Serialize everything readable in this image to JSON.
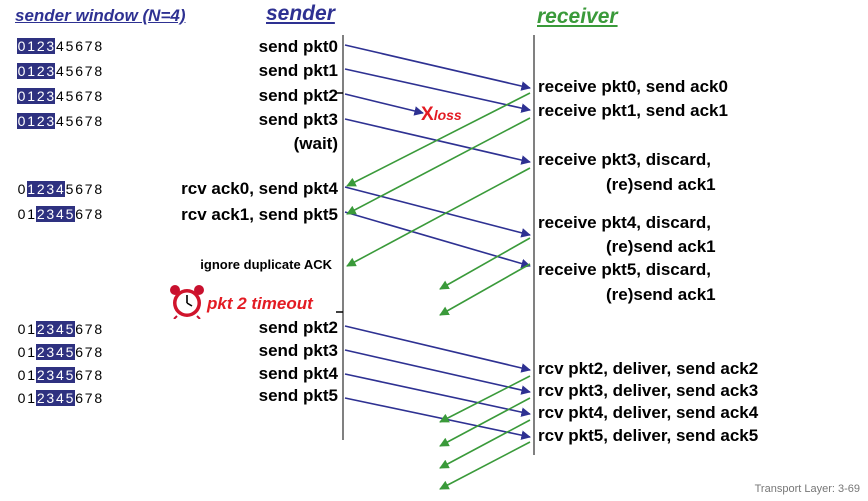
{
  "titles": {
    "sender_window": "sender window (N=4)",
    "sender": "sender",
    "receiver": "receiver"
  },
  "colors": {
    "data_arrow": "#2e3192",
    "ack_arrow": "#3a9a3a",
    "loss": "#e31b23",
    "window_highlight": "#2e3180"
  },
  "windows": [
    {
      "digits": [
        "0",
        "1",
        "2",
        "3",
        "4",
        "5",
        "6",
        "7",
        "8"
      ],
      "hl_start": 0,
      "hl_end": 3
    },
    {
      "digits": [
        "0",
        "1",
        "2",
        "3",
        "4",
        "5",
        "6",
        "7",
        "8"
      ],
      "hl_start": 0,
      "hl_end": 3
    },
    {
      "digits": [
        "0",
        "1",
        "2",
        "3",
        "4",
        "5",
        "6",
        "7",
        "8"
      ],
      "hl_start": 0,
      "hl_end": 3
    },
    {
      "digits": [
        "0",
        "1",
        "2",
        "3",
        "4",
        "5",
        "6",
        "7",
        "8"
      ],
      "hl_start": 0,
      "hl_end": 3
    },
    {
      "digits": [
        "0",
        "1",
        "2",
        "3",
        "4",
        "5",
        "6",
        "7",
        "8"
      ],
      "hl_start": 1,
      "hl_end": 4
    },
    {
      "digits": [
        "0",
        "1",
        "2",
        "3",
        "4",
        "5",
        "6",
        "7",
        "8"
      ],
      "hl_start": 2,
      "hl_end": 5
    },
    {
      "digits": [
        "0",
        "1",
        "2",
        "3",
        "4",
        "5",
        "6",
        "7",
        "8"
      ],
      "hl_start": 2,
      "hl_end": 5
    },
    {
      "digits": [
        "0",
        "1",
        "2",
        "3",
        "4",
        "5",
        "6",
        "7",
        "8"
      ],
      "hl_start": 2,
      "hl_end": 5
    },
    {
      "digits": [
        "0",
        "1",
        "2",
        "3",
        "4",
        "5",
        "6",
        "7",
        "8"
      ],
      "hl_start": 2,
      "hl_end": 5
    },
    {
      "digits": [
        "0",
        "1",
        "2",
        "3",
        "4",
        "5",
        "6",
        "7",
        "8"
      ],
      "hl_start": 2,
      "hl_end": 5
    }
  ],
  "sender_events": [
    "send  pkt0",
    "send  pkt1",
    "send  pkt2",
    "send  pkt3",
    "(wait)",
    "rcv ack0, send pkt4",
    "rcv ack1, send pkt5",
    "ignore duplicate ACK",
    "send  pkt2",
    "send  pkt3",
    "send  pkt4",
    "send  pkt5"
  ],
  "receiver_events": [
    "receive pkt0, send ack0",
    "receive pkt1, send ack1",
    "receive pkt3, discard,",
    "(re)send ack1",
    "receive pkt4, discard,",
    "(re)send ack1",
    "receive pkt5, discard,",
    "(re)send ack1",
    "rcv pkt2, deliver, send ack2",
    "rcv pkt3, deliver, send ack3",
    "rcv pkt4, deliver, send ack4",
    "rcv pkt5, deliver, send ack5"
  ],
  "loss": {
    "x": "X",
    "word": "loss"
  },
  "timeout": "pkt 2 timeout",
  "footer": "Transport Layer: 3-69"
}
